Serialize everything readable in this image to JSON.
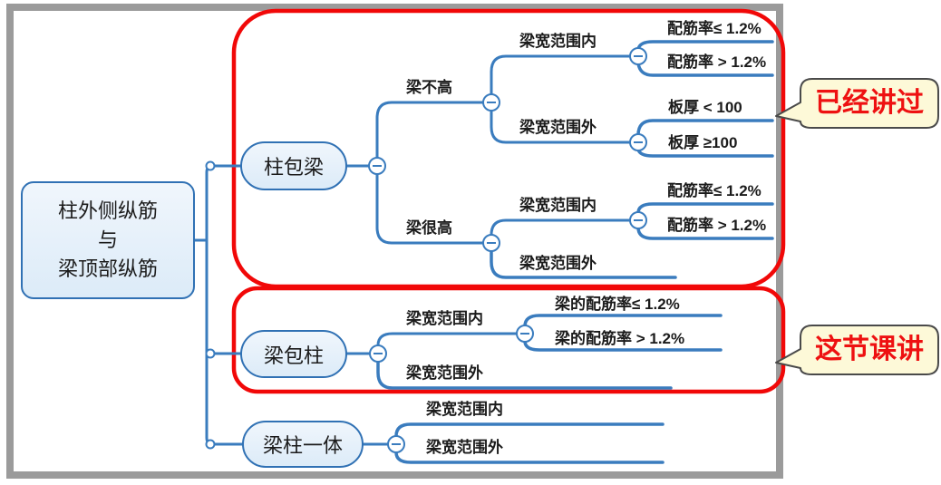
{
  "tree": {
    "root": {
      "label": "柱外侧纵筋\n与\n梁顶部纵筋"
    },
    "zhu_bao_liang": {
      "label": "柱包梁",
      "liang_bu_gao": {
        "label": "梁不高",
        "in_range": {
          "label": "梁宽范围内",
          "ratio_le": "配筋率≤ 1.2%",
          "ratio_gt": "配筋率 > 1.2%"
        },
        "out_range": {
          "label": "梁宽范围外",
          "slab_lt": "板厚 < 100",
          "slab_ge": "板厚 ≥100"
        }
      },
      "liang_hen_gao": {
        "label": "梁很高",
        "in_range": {
          "label": "梁宽范围内",
          "ratio_le": "配筋率≤ 1.2%",
          "ratio_gt": "配筋率 > 1.2%"
        },
        "out_range": {
          "label": "梁宽范围外"
        }
      }
    },
    "liang_bao_zhu": {
      "label": "梁包柱",
      "in_range": {
        "label": "梁宽范围内",
        "ratio_le": "梁的配筋率≤ 1.2%",
        "ratio_gt": "梁的配筋率 > 1.2%"
      },
      "out_range": {
        "label": "梁宽范围外"
      }
    },
    "liang_zhu_yi_ti": {
      "label": "梁柱一体",
      "in_range": {
        "label": "梁宽范围内"
      },
      "out_range": {
        "label": "梁宽范围外"
      }
    }
  },
  "annotations": {
    "already_covered": "已经讲过",
    "this_lesson": "这节课讲"
  },
  "icons": {
    "collapse_toggle": "−",
    "junction_dot": "○"
  },
  "colors": {
    "branch_blue": "#3a7cbe",
    "node_border_blue": "#3071b4",
    "highlight_red": "#f10808",
    "callout_fill": "#fdf9d8",
    "callout_border": "#4a4a4a",
    "callout_text_red": "#ee1111",
    "frame_gray": "#9b9b9b"
  }
}
